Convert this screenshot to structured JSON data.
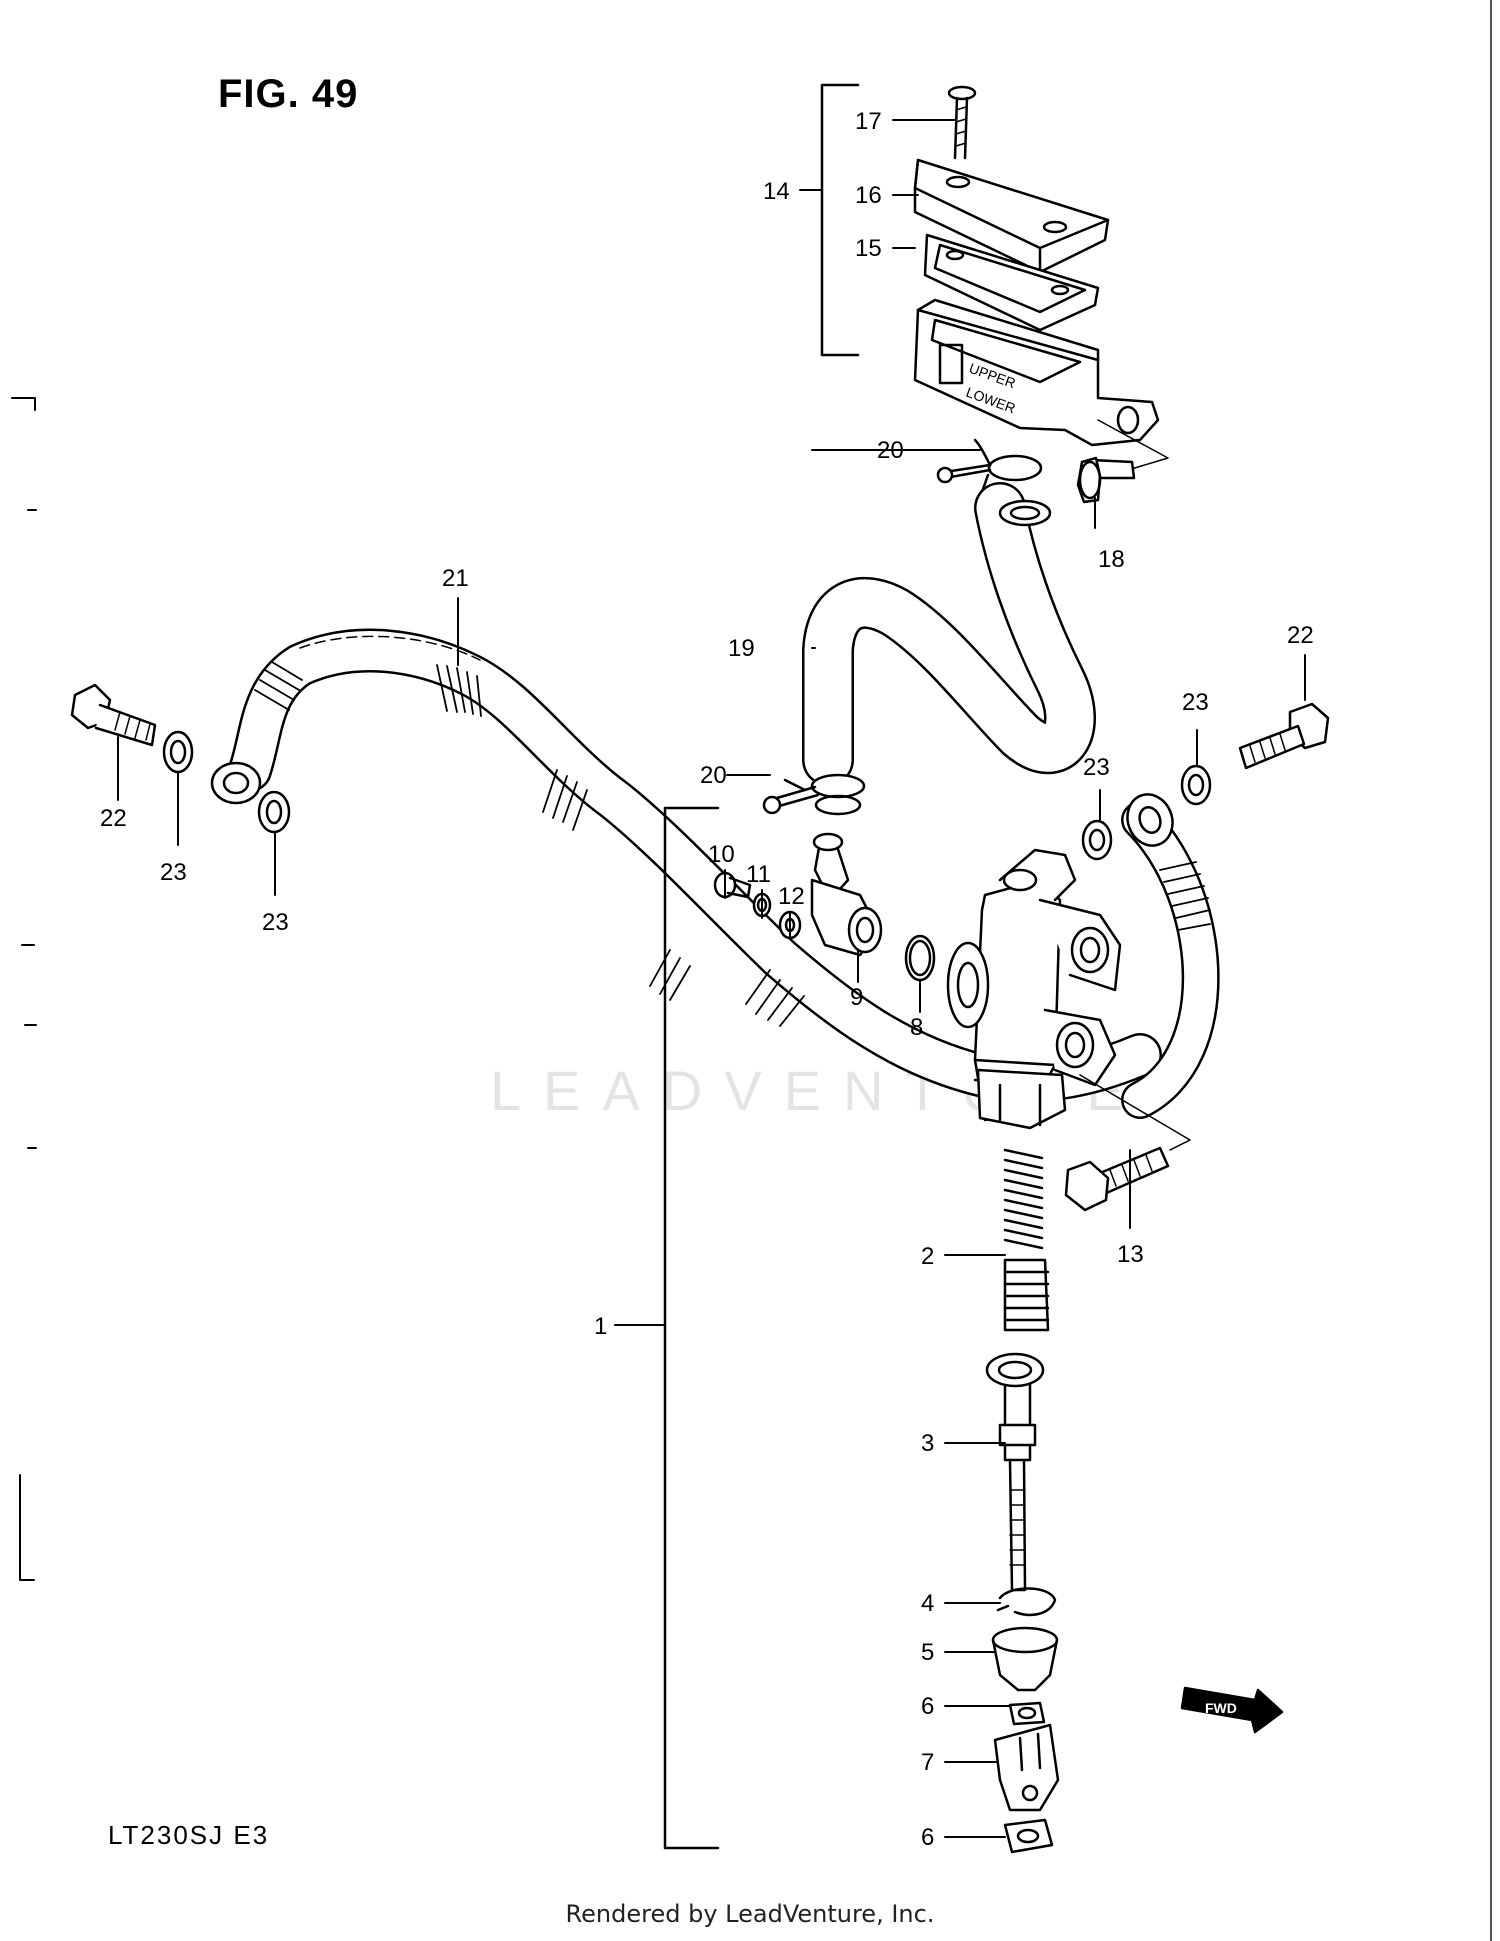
{
  "figure": {
    "title": "FIG. 49",
    "model_code": "LT230SJ  E3",
    "footer": "Rendered by LeadVenture, Inc.",
    "watermark": "LEADVENTURE",
    "fwd_label": "FWD"
  },
  "callouts": [
    {
      "id": "c1",
      "label": "1"
    },
    {
      "id": "c2",
      "label": "2"
    },
    {
      "id": "c3",
      "label": "3"
    },
    {
      "id": "c4",
      "label": "4"
    },
    {
      "id": "c5",
      "label": "5"
    },
    {
      "id": "c6a",
      "label": "6"
    },
    {
      "id": "c6b",
      "label": "6"
    },
    {
      "id": "c7",
      "label": "7"
    },
    {
      "id": "c8",
      "label": "8"
    },
    {
      "id": "c9",
      "label": "9"
    },
    {
      "id": "c10",
      "label": "10"
    },
    {
      "id": "c11",
      "label": "11"
    },
    {
      "id": "c12",
      "label": "12"
    },
    {
      "id": "c13",
      "label": "13"
    },
    {
      "id": "c14",
      "label": "14"
    },
    {
      "id": "c15",
      "label": "15"
    },
    {
      "id": "c16",
      "label": "16"
    },
    {
      "id": "c17",
      "label": "17"
    },
    {
      "id": "c18",
      "label": "18"
    },
    {
      "id": "c19",
      "label": "19"
    },
    {
      "id": "c20a",
      "label": "20"
    },
    {
      "id": "c20b",
      "label": "20"
    },
    {
      "id": "c21",
      "label": "21"
    },
    {
      "id": "c22a",
      "label": "22"
    },
    {
      "id": "c22b",
      "label": "22"
    },
    {
      "id": "c23a",
      "label": "23"
    },
    {
      "id": "c23b",
      "label": "23"
    },
    {
      "id": "c23c",
      "label": "23"
    },
    {
      "id": "c23d",
      "label": "23"
    }
  ],
  "reservoir_text": {
    "upper": "UPPER",
    "lower": "LOWER"
  }
}
